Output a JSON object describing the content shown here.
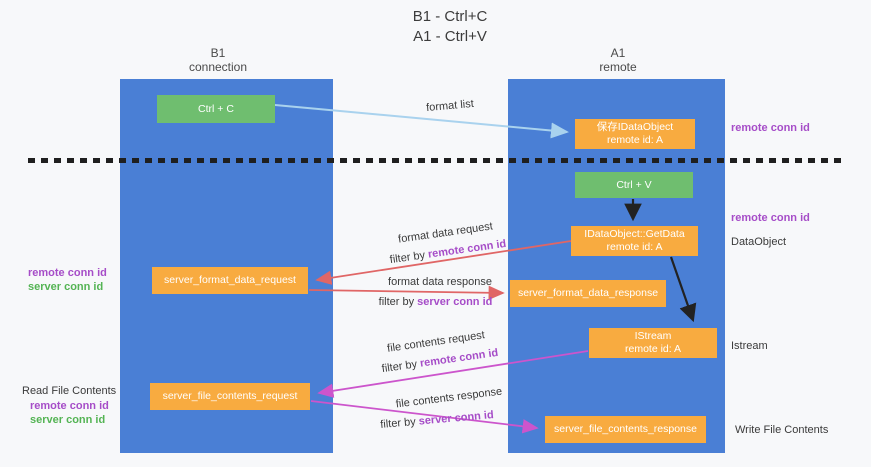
{
  "title": {
    "line1": "B1 - Ctrl+C",
    "line2": "A1 - Ctrl+V"
  },
  "lanes": {
    "left": {
      "name": "B1",
      "role": "connection"
    },
    "right": {
      "name": "A1",
      "role": "remote"
    }
  },
  "nodes": {
    "ctrl_c": {
      "label": "Ctrl + C"
    },
    "ctrl_v": {
      "label": "Ctrl + V"
    },
    "save_dataobject": {
      "line1": "保存IDataObject",
      "line2": "remote id: A"
    },
    "getdata": {
      "line1": "IDataObject::GetData",
      "line2": "remote id: A"
    },
    "istream": {
      "line1": "IStream",
      "line2": "remote id: A"
    },
    "format_request": {
      "label": "server_format_data_request"
    },
    "format_response": {
      "label": "server_format_data_response"
    },
    "file_request": {
      "label": "server_file_contents_request"
    },
    "file_response": {
      "label": "server_file_contents_response"
    }
  },
  "edges": {
    "format_list": {
      "label": "format list"
    },
    "format_data_request": {
      "label": "format data request",
      "filter_prefix": "filter by ",
      "filter_key": "remote conn id"
    },
    "format_data_response": {
      "label": "format data response",
      "filter_prefix": "filter by ",
      "filter_key": "server conn id"
    },
    "file_contents_request": {
      "label": "file contents request",
      "filter_prefix": "filter by ",
      "filter_key": "remote conn id"
    },
    "file_contents_response": {
      "label": "file contents response",
      "filter_prefix": "filter by ",
      "filter_key": "server conn id"
    }
  },
  "side_labels": {
    "left_format": {
      "remote": "remote conn id",
      "server": "server conn id"
    },
    "left_file": {
      "title": "Read File Contents",
      "remote": "remote conn id",
      "server": "server conn id"
    },
    "right": {
      "remote_conn_top": "remote conn id",
      "remote_conn_mid": "remote conn id",
      "dataobject": "DataObject",
      "istream": "Istream",
      "write_file": "Write File Contents"
    }
  },
  "colors": {
    "lane_blue": "#4a7fd5",
    "node_green": "#6fbe6f",
    "node_orange": "#f8ab40",
    "arrow_blue": "#a9d2ee",
    "arrow_red": "#e06666",
    "arrow_magenta": "#cc55cc",
    "arrow_black": "#222222",
    "label_purple": "#a64dc8",
    "label_green": "#54b454",
    "background": "#f7f8fa"
  }
}
